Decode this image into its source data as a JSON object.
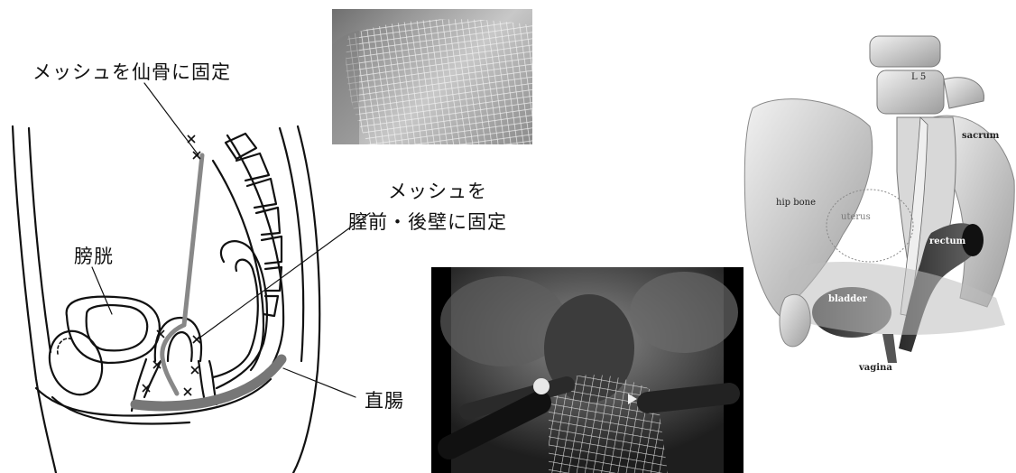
{
  "labels": {
    "mesh_sacrum": "メッシュを仙骨に固定",
    "mesh_vagina_line1": "メッシュを",
    "mesh_vagina_line2": "膣前・後壁に固定",
    "bladder": "膀胱",
    "rectum": "直腸"
  },
  "anatomy_labels": {
    "l5": "L 5",
    "sacrum": "sacrum",
    "hip_bone": "hip bone",
    "uterus": "uterus",
    "rectum": "rectum",
    "bladder": "bladder",
    "vagina": "vagina"
  },
  "colors": {
    "mesh_line": "#888888",
    "outline": "#111111",
    "photo_dark": "#2a2a2a",
    "mesh_photo_bg": "#9a9a9a"
  }
}
